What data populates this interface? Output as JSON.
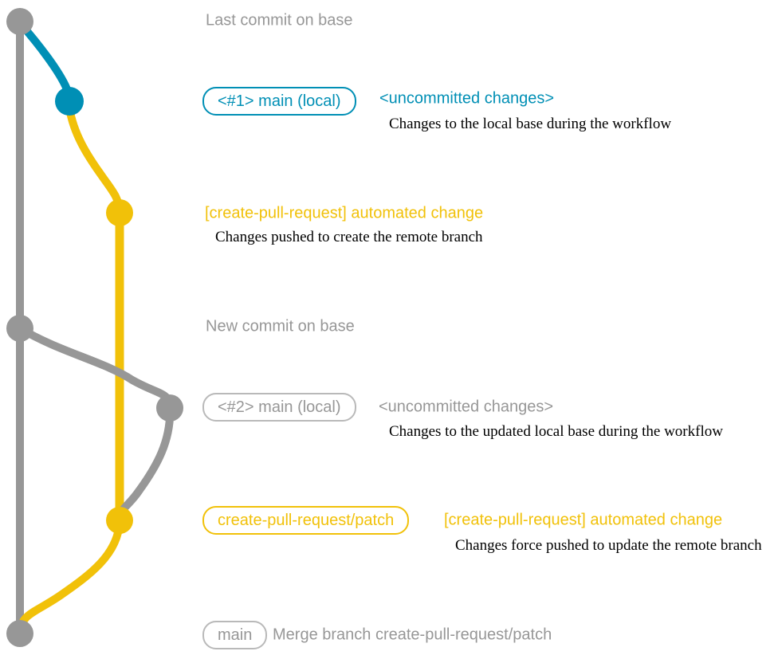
{
  "colors": {
    "gray": "#979797",
    "blue": "#008fb5",
    "yellow": "#f1c109",
    "pill_border_gray": "#b9b9b9",
    "note_color": "#000000"
  },
  "commits": {
    "last_base": {
      "label": "Last commit on base"
    },
    "main_local_1": {
      "branch_label": "<#1> main (local)",
      "message": "<uncommitted changes>",
      "note": "Changes to the local base during the workflow"
    },
    "automated_1": {
      "message": "[create-pull-request] automated change",
      "note": "Changes pushed to create the remote branch"
    },
    "new_base": {
      "label": "New commit on base"
    },
    "main_local_2": {
      "branch_label": "<#2> main (local)",
      "message": "<uncommitted changes>",
      "note": "Changes to the updated local base during the workflow"
    },
    "automated_2": {
      "branch_label": "create-pull-request/patch",
      "message": "[create-pull-request] automated change",
      "note": "Changes force pushed to update the remote branch"
    },
    "merge": {
      "branch_label": "main",
      "message": "Merge branch create-pull-request/patch"
    }
  }
}
